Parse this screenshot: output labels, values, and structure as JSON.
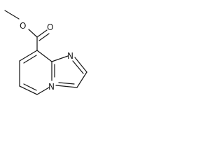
{
  "molecule": {
    "atoms": {
      "methyl_oxygen": "O",
      "carbonyl_oxygen": "O",
      "imidazole_nitrogen": "N",
      "bridgehead_nitrogen": "N"
    }
  }
}
